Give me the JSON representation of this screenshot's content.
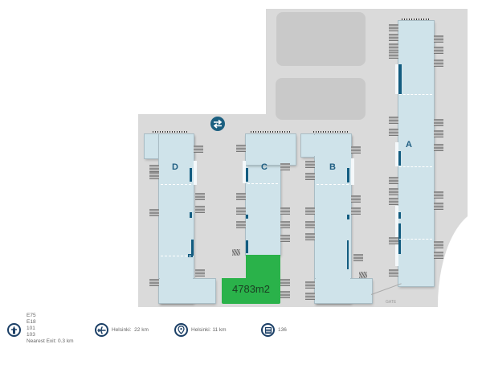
{
  "map": {
    "buildings": [
      {
        "id": "A",
        "label": "A"
      },
      {
        "id": "B",
        "label": "B"
      },
      {
        "id": "C",
        "label": "C"
      },
      {
        "id": "D",
        "label": "D"
      }
    ],
    "available_unit": {
      "area_label": "4783m2",
      "building": "C",
      "color": "#2ab24a"
    },
    "gate_label": "GATE",
    "entrance_icon": "two-way-traffic-icon"
  },
  "info_bar": {
    "roads": {
      "icon": "highway-icon",
      "lines": [
        "E75",
        "E18",
        "101",
        "103",
        "Nearest Exit: 0.3 km"
      ]
    },
    "airport": {
      "icon": "airplane-icon",
      "text": "Helsinki:  22 km"
    },
    "city_center": {
      "icon": "map-pin-icon",
      "text": "Helsinki: 11 km"
    },
    "storage": {
      "icon": "storage-icon",
      "text": "136"
    }
  },
  "colors": {
    "lot": "#dadada",
    "parking": "#c9c9c9",
    "building": "#cfe3ea",
    "office": "#135c80",
    "available": "#2ab24a",
    "icon_navy": "#1b3f66"
  }
}
